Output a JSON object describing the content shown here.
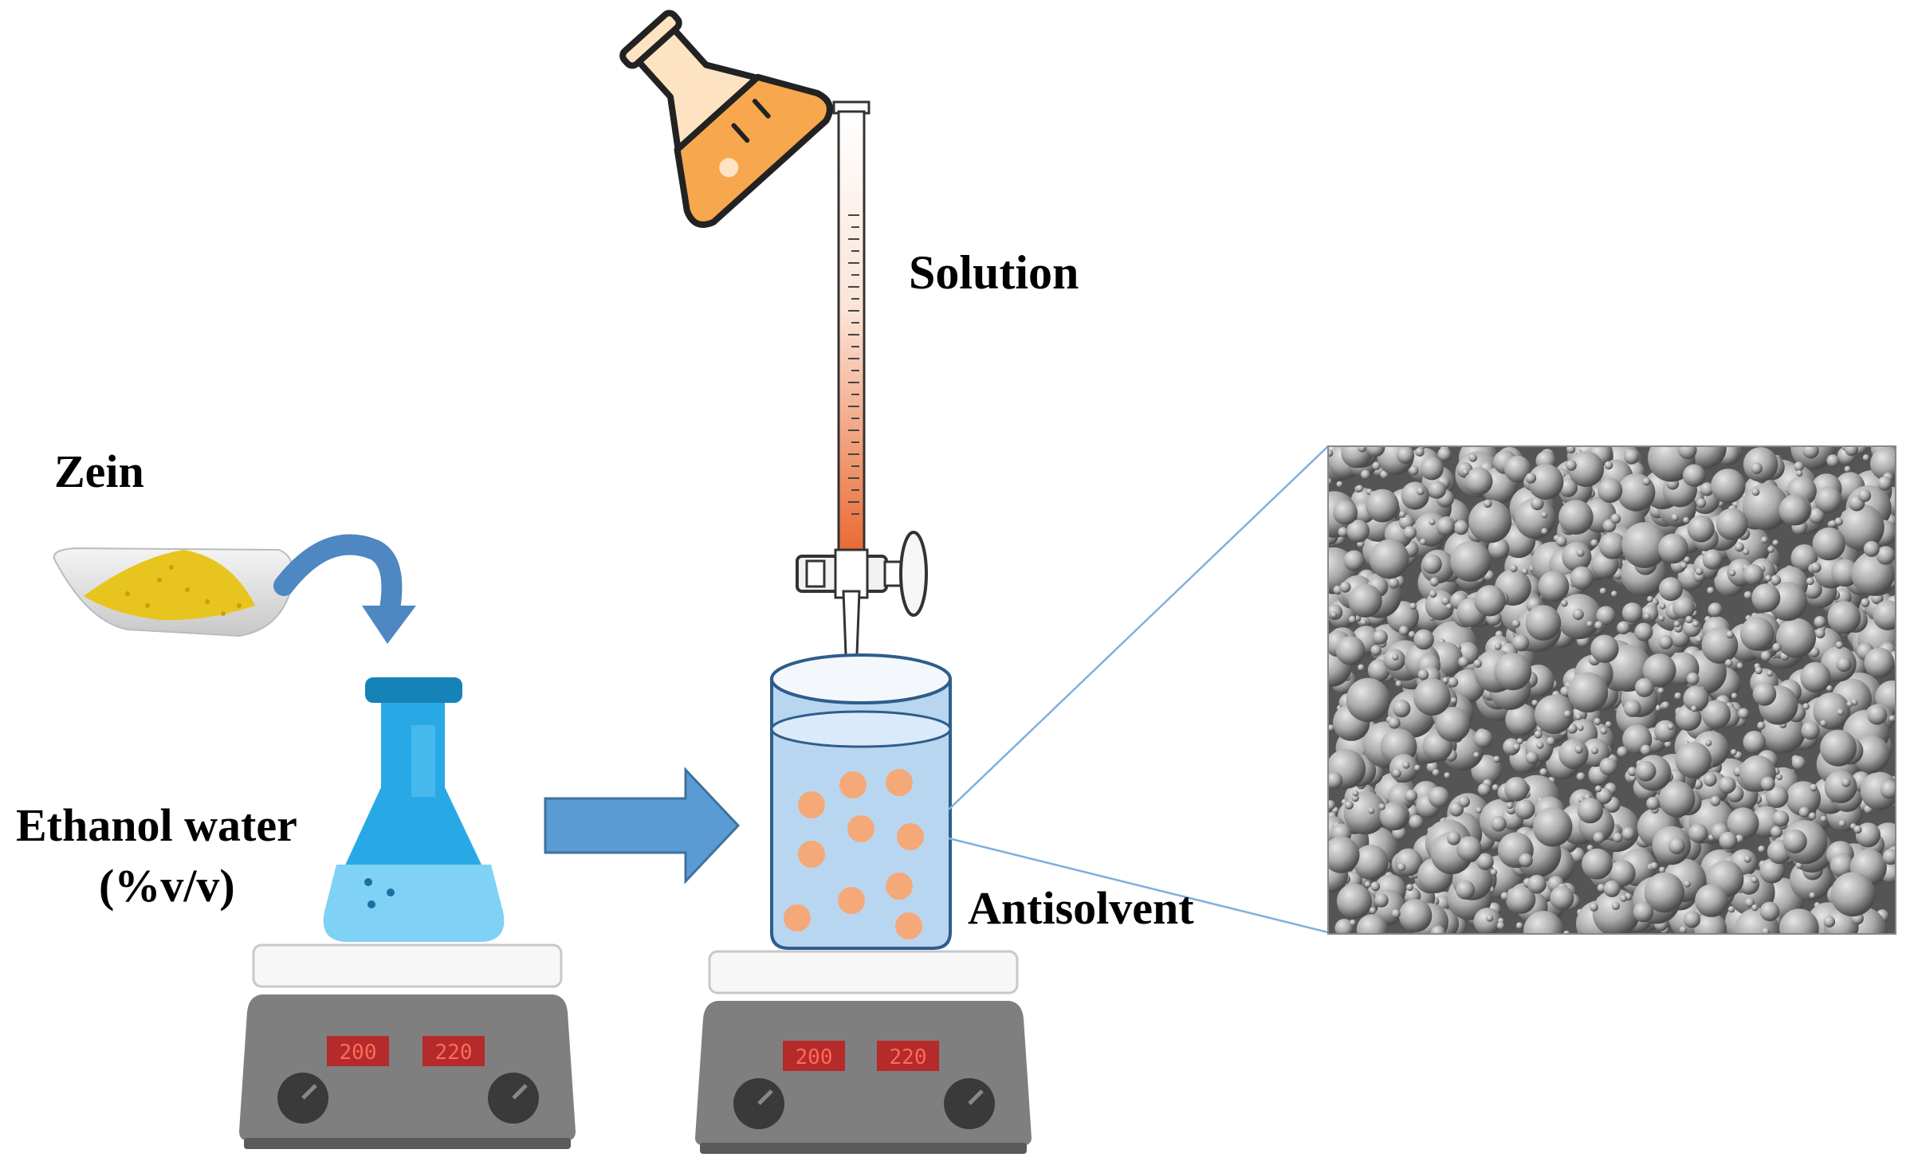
{
  "labels": {
    "solution": "Solution",
    "zein": "Zein",
    "ethanol_water": "Ethanol water",
    "ethanol_water_unit": "(%v/v)",
    "antisolvent": "Antisolvent"
  },
  "stirrer_left": {
    "display_1": "200",
    "display_2": "220"
  },
  "stirrer_right": {
    "display_1": "200",
    "display_2": "220"
  },
  "colors": {
    "flask_blue": "#29a8e6",
    "solution_orange": "#f7a74d",
    "zein_powder": "#e8c41e",
    "arrow_blue": "#5b9bd5",
    "beaker_liquid": "#b9d6f0",
    "particle_orange": "#f5a878",
    "stirrer_gray": "#7f7f7f",
    "sem_gray": "#6e6e6e"
  },
  "icons": [
    "erlenmeyer-flask-icon",
    "burette-icon",
    "beaker-icon",
    "hot-plate-stirrer-icon",
    "powder-dish-icon",
    "curved-arrow-icon",
    "block-arrow-icon",
    "sem-micrograph-image"
  ]
}
